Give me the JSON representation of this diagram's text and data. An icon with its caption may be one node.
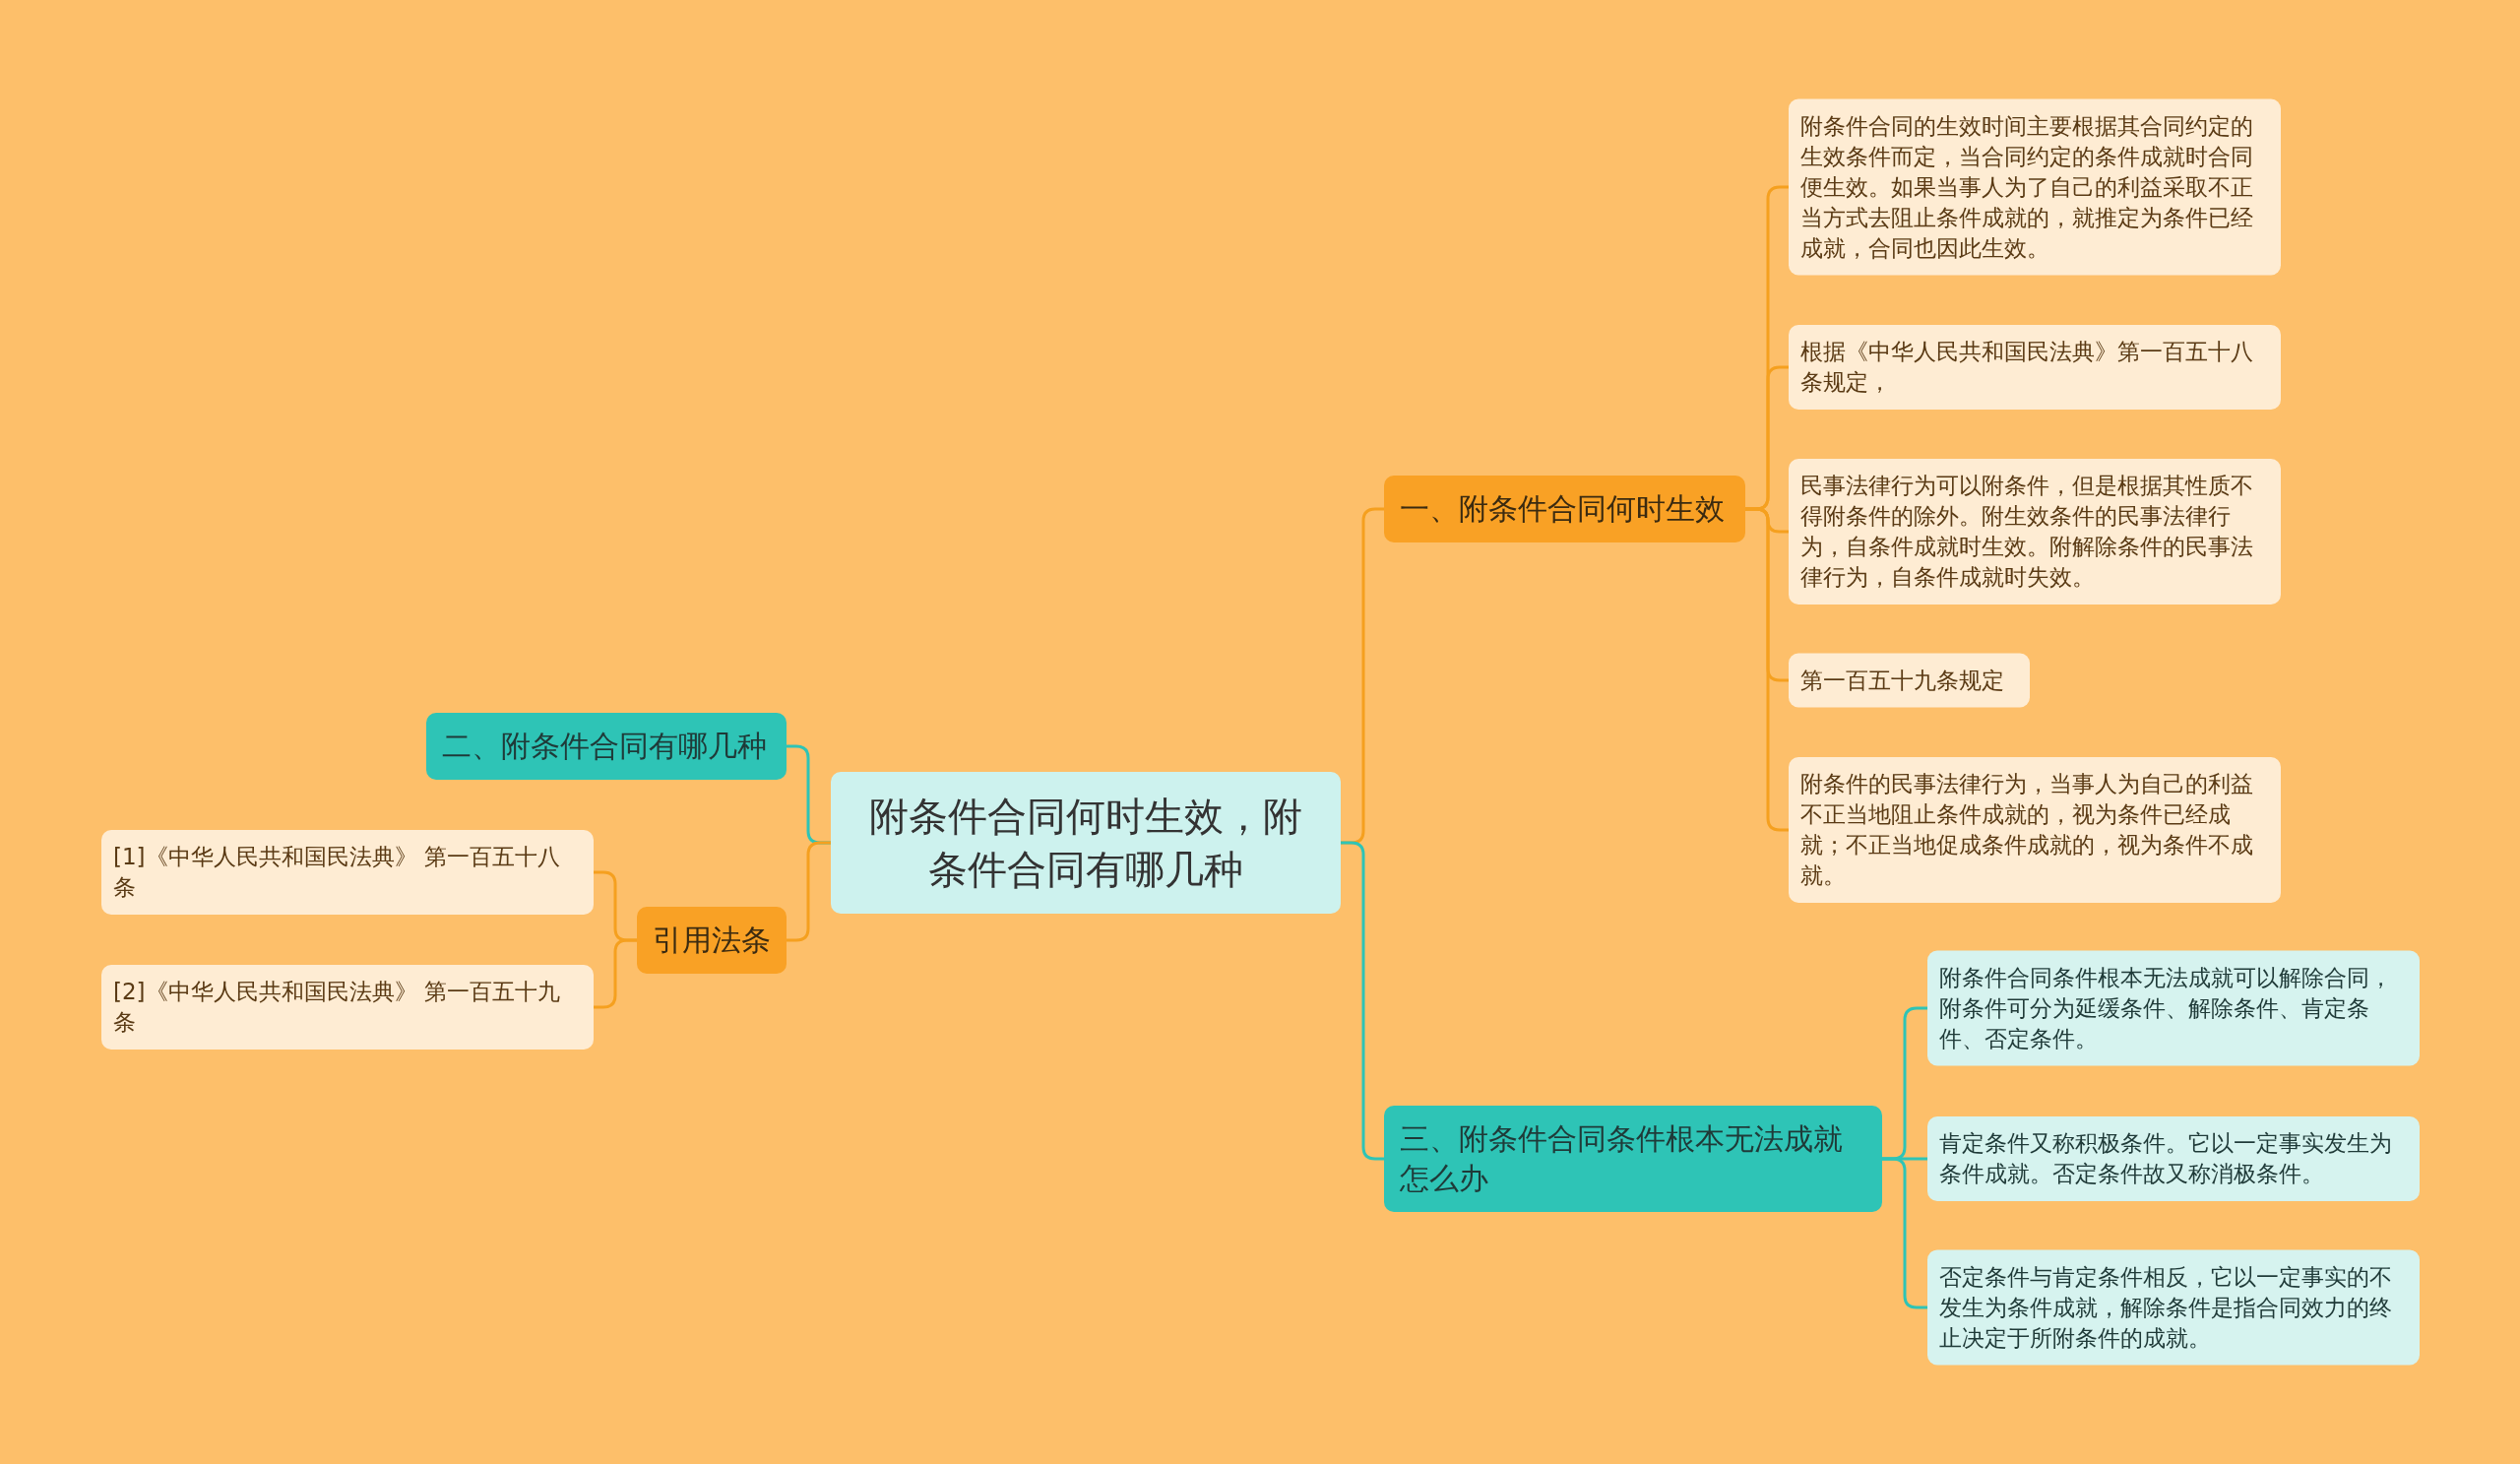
{
  "diagram": {
    "nodes": [
      {
        "text": [
          "附条件合同何时生效，附条件合同有哪几种"
        ]
      },
      {
        "text": [
          "一、附条件合同何时生效"
        ]
      },
      {
        "text": [
          "附条件合同的生效时间主要根据其合同约定的生效条件而定，当合同约定的条件成就时合同便生效。如果当事人为了自己的利益采取不正当方式去阻止条件成就的，就推定为条件已经成就，合同也因此生效。"
        ]
      },
      {
        "text": [
          "根据《中华人民共和国民法典》第一百五十八条规定，"
        ]
      },
      {
        "text": [
          "民事法律行为可以附条件，但是根据其性质不得附条件的除外。附生效条件的民事法律行为，自条件成就时生效。附解除条件的民事法律行为，自条件成就时失效。"
        ]
      },
      {
        "text": [
          "第一百五十九条规定"
        ]
      },
      {
        "text": [
          "附条件的民事法律行为，当事人为自己的利益不正当地阻止条件成就的，视为条件已经成就；不正当地促成条件成就的，视为条件不成就。"
        ]
      },
      {
        "text": [
          "二、附条件合同有哪几种"
        ]
      },
      {
        "text": [
          "引用法条"
        ]
      },
      {
        "text": [
          "[1]《中华人民共和国民法典》 第一百五十八条"
        ]
      },
      {
        "text": [
          "[2]《中华人民共和国民法典》 第一百五十九条"
        ]
      },
      {
        "text": [
          "三、附条件合同条件根本无法成就怎么办"
        ]
      },
      {
        "text": [
          "附条件合同条件根本无法成就可以解除合同，附条件可分为延缓条件、解除条件、肯定条件、否定条件。"
        ]
      },
      {
        "text": [
          "肯定条件又称积极条件。它以一定事实发生为条件成就。否定条件故又称消极条件。"
        ]
      },
      {
        "text": [
          "否定条件与肯定条件相反，它以一定事实的不发生为条件成就，解除条件是指合同效力的终止决定于所附条件的成就。"
        ]
      }
    ],
    "edges": [
      {
        "from": 0,
        "to": 1,
        "arrow": "none"
      },
      {
        "from": 1,
        "to": 2,
        "arrow": "none"
      },
      {
        "from": 1,
        "to": 3,
        "arrow": "none"
      },
      {
        "from": 1,
        "to": 4,
        "arrow": "none"
      },
      {
        "from": 1,
        "to": 5,
        "arrow": "none"
      },
      {
        "from": 1,
        "to": 6,
        "arrow": "none"
      },
      {
        "from": 0,
        "to": 7,
        "arrow": "none",
        "color": "#2ec4b6"
      },
      {
        "from": 0,
        "to": 8,
        "arrow": "none"
      },
      {
        "from": 8,
        "to": 9,
        "arrow": "none"
      },
      {
        "from": 8,
        "to": 10,
        "arrow": "none"
      },
      {
        "from": 0,
        "to": 11,
        "arrow": "none",
        "color": "#2ec4b6"
      },
      {
        "from": 11,
        "to": 12,
        "arrow": "none",
        "color": "#2ec4b6"
      },
      {
        "from": 11,
        "to": 13,
        "arrow": "none",
        "color": "#2ec4b6"
      },
      {
        "from": 11,
        "to": 14,
        "arrow": "none",
        "color": "#2ec4b6"
      }
    ]
  }
}
